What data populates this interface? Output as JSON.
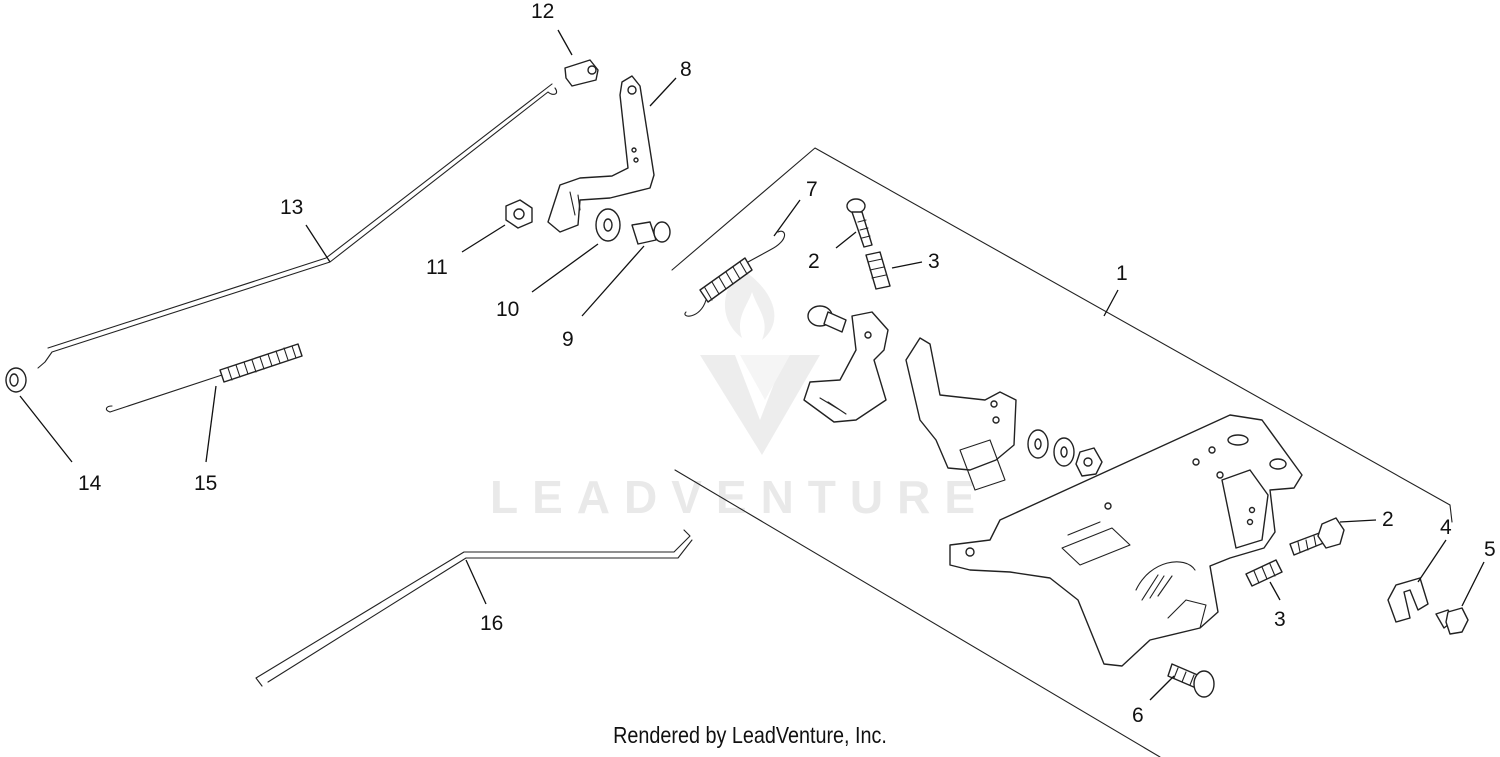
{
  "watermark": {
    "text": "LEADVENTURE"
  },
  "footer": {
    "text": "Rendered by LeadVenture, Inc."
  },
  "callouts": {
    "c1": "1",
    "c2a": "2",
    "c2b": "2",
    "c3a": "3",
    "c3b": "3",
    "c4": "4",
    "c5": "5",
    "c6": "6",
    "c7": "7",
    "c8": "8",
    "c9": "9",
    "c10": "10",
    "c11": "11",
    "c12": "12",
    "c13": "13",
    "c14": "14",
    "c15": "15",
    "c16": "16"
  }
}
